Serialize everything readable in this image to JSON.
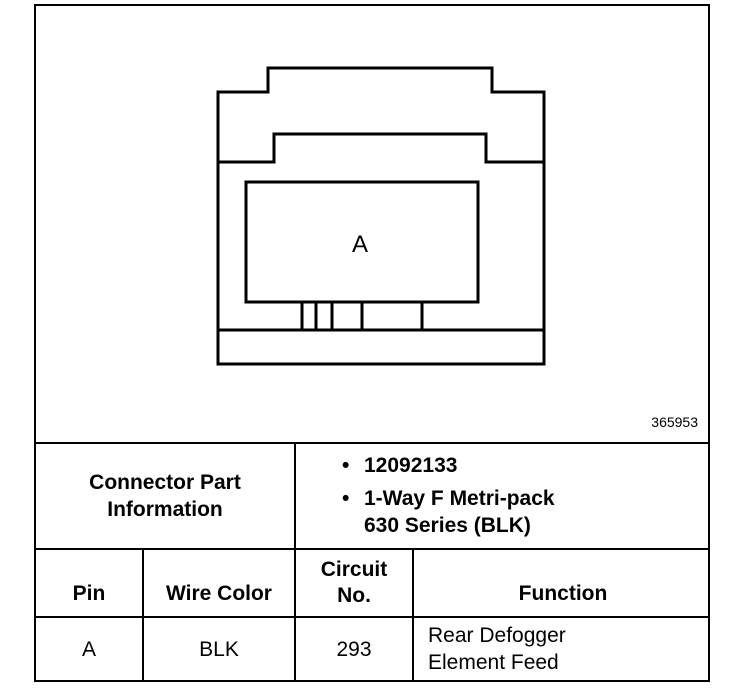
{
  "diagram": {
    "cavity_label": "A",
    "figure_id": "365953"
  },
  "connector_info": {
    "label": "Connector Part\nInformation",
    "items": [
      "12092133",
      "1-Way F Metri-pack\n630 Series (BLK)"
    ]
  },
  "table": {
    "headers": {
      "pin": "Pin",
      "wire_color": "Wire Color",
      "circuit": "Circuit\nNo.",
      "function": "Function"
    },
    "rows": [
      {
        "pin": "A",
        "wire_color": "BLK",
        "circuit": "293",
        "function": "Rear Defogger\nElement Feed"
      }
    ]
  }
}
